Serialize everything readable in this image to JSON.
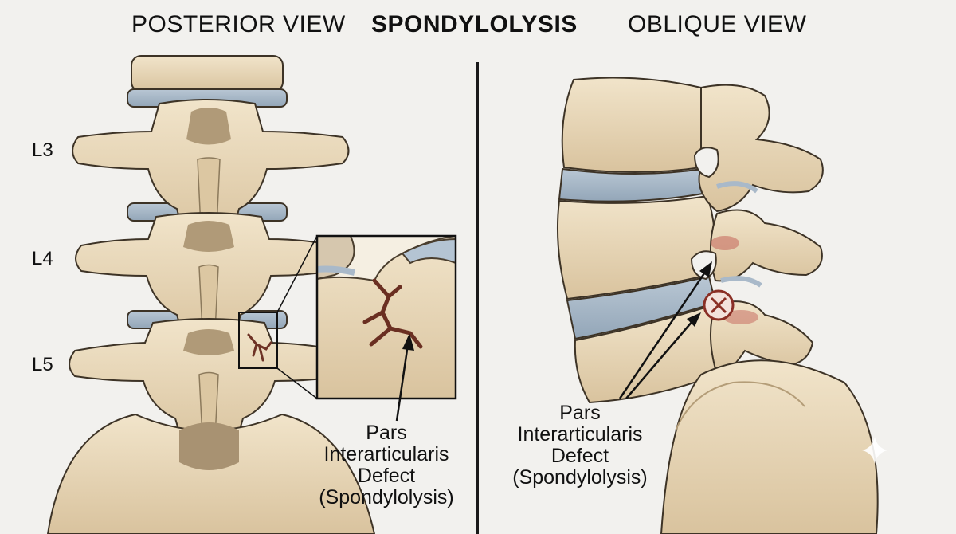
{
  "header": {
    "left_view": "POSTERIOR VIEW",
    "center_title": "SPONDYLOLYSIS",
    "right_view": "OBLIQUE VIEW"
  },
  "vertebra_labels": [
    "L3",
    "L4",
    "L5"
  ],
  "left_caption": {
    "line1": "Pars",
    "line2": "Interarticularis",
    "line3": "Defect",
    "line4": "(Spondylolysis)"
  },
  "right_caption": {
    "line1": "Pars",
    "line2": "Interarticularis",
    "line3": "Defect",
    "line4": "(Spondylolysis)"
  },
  "colors": {
    "bone": "#e9d9bc",
    "bone_shadow": "#cdb690",
    "disc": "#a9b9c9",
    "defect": "#8a4a3c",
    "outline": "#3d3326"
  }
}
